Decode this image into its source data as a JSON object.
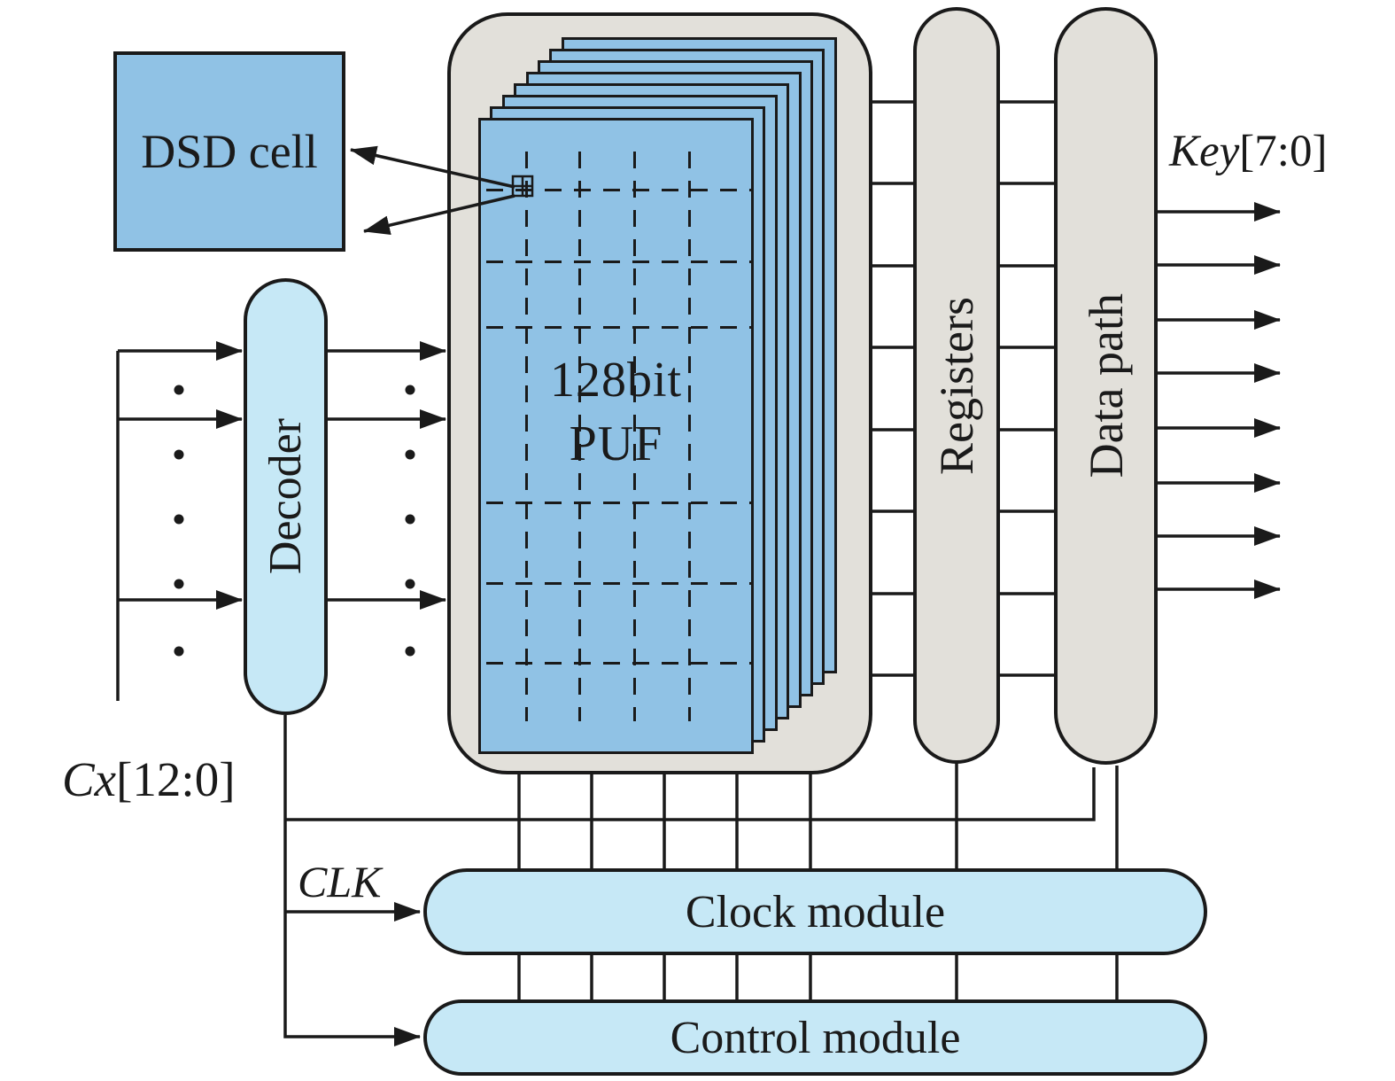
{
  "title": "128bit PUF key generator block diagram",
  "colors": {
    "card_blue": "#90c2e5",
    "pill_blue": "#c6e8f6",
    "module_gray": "#e2e0da",
    "line": "#1a1a1a",
    "background": "#ffffff"
  },
  "blocks": {
    "dsd_cell": {
      "label": "DSD cell"
    },
    "decoder": {
      "label": "Decoder"
    },
    "puf": {
      "label_line1": "128bit",
      "label_line2": "PUF",
      "card_count": 8,
      "grid_cols": 4,
      "grid_rows": 6
    },
    "registers": {
      "label": "Registers"
    },
    "data_path": {
      "label": "Data path"
    },
    "clock_module": {
      "label": "Clock module"
    },
    "control_module": {
      "label": "Control module"
    }
  },
  "signals": {
    "challenge_input": {
      "label_name": "Cx",
      "label_range": "[12:0]",
      "visible_arrow_count": 3,
      "dot_count": 5
    },
    "decoder_to_puf": {
      "visible_arrow_count": 3,
      "dot_count": 5
    },
    "clock_input": {
      "label": "CLK"
    },
    "key_output": {
      "label_name": "Key",
      "label_range": "[7:0]",
      "arrow_count": 8
    },
    "puf_to_registers_line_count": 8,
    "registers_to_datapath_line_count": 8,
    "clock_to_control_line_count": 7
  },
  "icons": {
    "dsd_zoom_callout": "magnified-cell-arrows"
  }
}
